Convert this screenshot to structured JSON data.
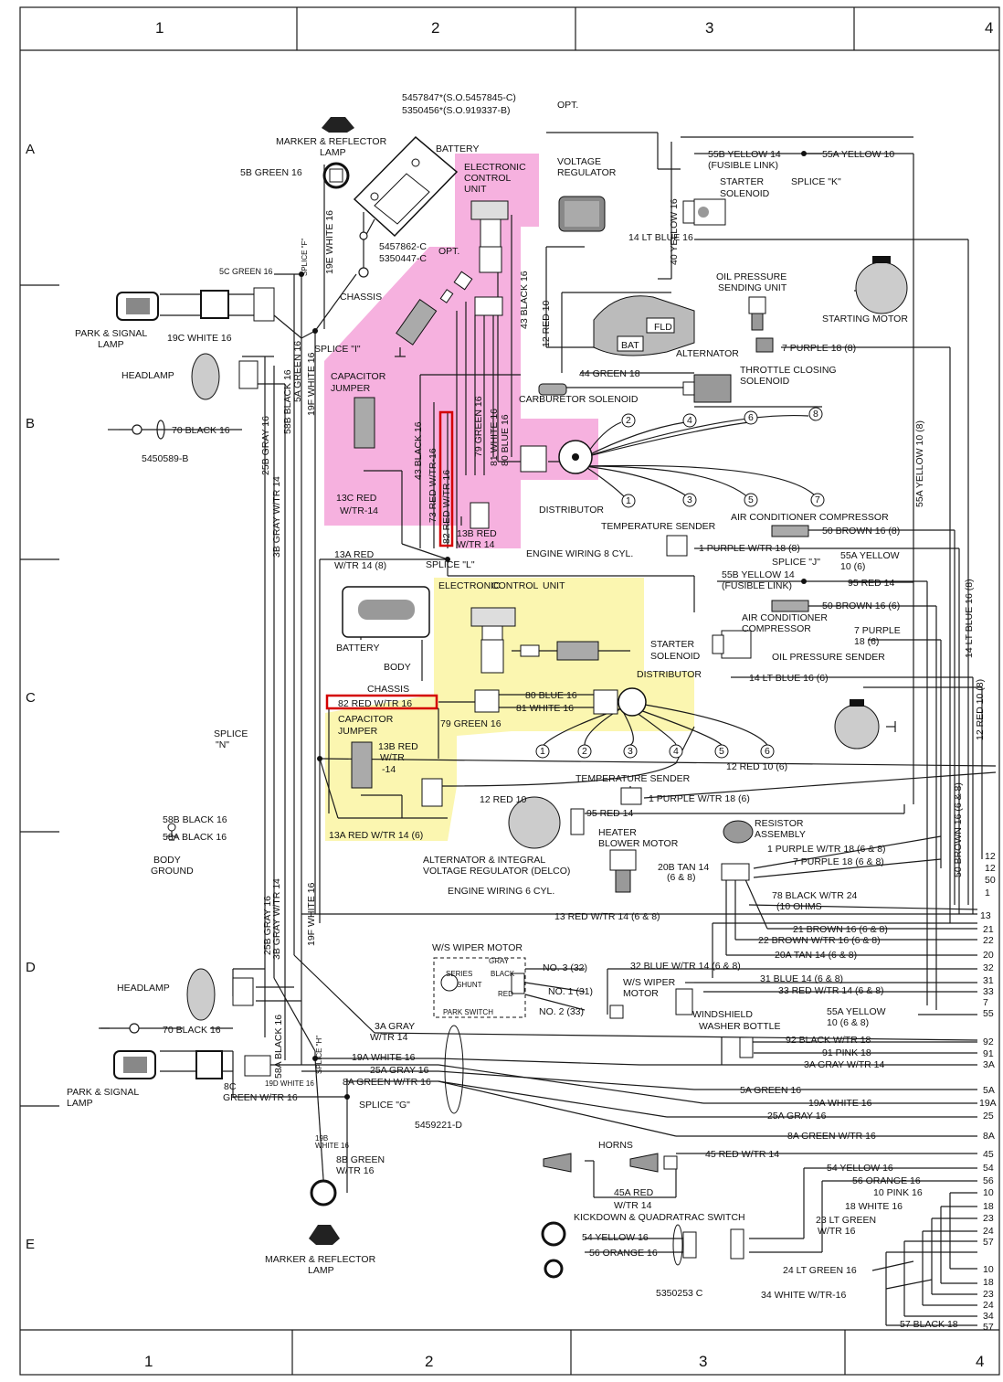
{
  "grid": {
    "columns": [
      "1",
      "2",
      "3",
      "4"
    ],
    "rows": [
      "A",
      "B",
      "C",
      "D",
      "E"
    ]
  },
  "colors": {
    "pink": "#f6b1df",
    "yellow": "#fbf6b0",
    "highlight": "#d40000",
    "line": "#1a1a1a"
  },
  "icons": [
    "lamp-icon",
    "battery-icon",
    "ground-icon",
    "splice-icon",
    "connector-icon",
    "motor-icon",
    "terminal-icon",
    "headlamp-icon"
  ],
  "labels": {
    "opt_part1": "5457847*(S.O.5457845-C)",
    "opt_part2": "5350456*(S.O.919337-B)",
    "opt": "OPT.",
    "marker_lamp_top": "MARKER & REFLECTOR",
    "lamp": "LAMP",
    "battery": "BATTERY",
    "ecu": "ELECTRONIC",
    "ecu2": "CONTROL",
    "ecu3": "UNIT",
    "voltage_reg": "VOLTAGE",
    "voltage_reg2": "REGULATOR",
    "y55b": "55B YELLOW 14",
    "fusible": "(FUSIBLE LINK)",
    "y55a": "55A YELLOW 10",
    "splice_k": "SPLICE \"K\"",
    "starter_sol": "STARTER",
    "starter_sol2": "SOLENOID",
    "g58": "5B GREEN 16",
    "w19e": "19E WHITE 16",
    "splice_f": "SPLICE \"F\"",
    "opt2_part1": "5457862-C",
    "opt2_part2": "5350447-C",
    "chassis": "CHASSIS",
    "body": "BODY",
    "g5c": "5C GREEN 16",
    "park_lamp": "PARK & SIGNAL",
    "w19c": "19C WHITE 16",
    "splice_i": "SPLICE \"I\"",
    "b43": "43 BLACK 16",
    "r12": "12 RED 10",
    "y40": "40 YELLOW 16",
    "lb14": "14 LT BLUE 16",
    "oil_press": "OIL PRESSURE",
    "sending": "SENDING UNIT",
    "starting_motor": "STARTING MOTOR",
    "fld": "FLD",
    "bat": "BAT",
    "alternator": "ALTERNATOR",
    "p7": "7 PURPLE 18 (8)",
    "g44": "44 GREEN 18",
    "throttle": "THROTTLE CLOSING",
    "throttle2": "SOLENOID",
    "headlamp": "HEADLAMP",
    "cap_jumper": "CAPACITOR",
    "cap_jumper2": "JUMPER",
    "carb_sol": "CARBURETOR SOLENOID",
    "b70": "70 BLACK 16",
    "p5450589": "5450589-B",
    "g25b": "25B GRAY 16",
    "g3b": "3B GRAY W/TR 14",
    "b58b": "58B BLACK 16",
    "g5a": "5A GREEN 16",
    "w19f": "19F WHITE 16",
    "g79": "79 GREEN 16",
    "w81": "81 WHITE 16",
    "bl80": "80 BLUE 16",
    "b43b": "43 BLACK 16",
    "r16": "16",
    "w73": "73 RED W/TR-16",
    "r82": "82 RED W/TR 16",
    "r13c": "13C RED",
    "wtr14": "W/TR-14",
    "r13b": "13B RED",
    "wtr14b": "W/TR 14",
    "distributor": "DISTRIBUTOR",
    "temp_sender": "TEMPERATURE SENDER",
    "ac_comp": "AIR CONDITIONER COMPRESSOR",
    "br50": "50 BROWN 16 (8)",
    "p1": "1 PURPLE W/TR 18 (8)",
    "splice_l": "SPLICE \"L\"",
    "engine8": "ENGINE WIRING 8 CYL.",
    "r13a": "13A RED",
    "r13a2": "W/TR 14 (8)",
    "splice_j": "SPLICE \"J\"",
    "y55a2": "55A YELLOW",
    "y55a3": "10 (6)",
    "y55b2": "55B YELLOW 14",
    "r95": "95 RED 14",
    "br50b": "50 BROWN 16 (6)",
    "ac_comp2": "AIR CONDITIONER",
    "ac_comp3": "COMPRESSOR",
    "p7b": "7 PURPLE",
    "p7b2": "18 (6)",
    "oil_sender": "OIL PRESSURE SENDER",
    "lb14b": "14 LT BLUE 16 (6)",
    "bl80b": "80 BLUE 16",
    "w81b": "81 WHITE 16",
    "r82b": "82 RED W/TR 16",
    "g79b": "79 GREEN 16",
    "splice_n": "SPLICE",
    "splice_n2": "\"N\"",
    "r13bc": "13B RED",
    "wtrc": "W/TR",
    "wtrc2": "-14",
    "r13ac": "13A RED W/TR 14 (6)",
    "r12c": "12 RED 10",
    "r12d": "12 RED 10 (6)",
    "temp_sender2": "TEMPERATURE SENDER",
    "p1b": "1 PURPLE W/TR 18 (6)",
    "r95b": "95 RED 14",
    "heater": "HEATER",
    "heater2": "BLOWER MOTOR",
    "alt_reg": "ALTERNATOR & INTEGRAL",
    "alt_reg2": "VOLTAGE REGULATOR (DELCO)",
    "resistor": "RESISTOR",
    "resistor2": "ASSEMBLY",
    "p1c": "1 PURPLE W/TR 18 (6 & 8)",
    "p7c": "7 PURPLE 18 (6 & 8)",
    "t20b": "20B TAN 14",
    "t20b2": "(6 & 8)",
    "engine6": "ENGINE WIRING 6 CYL.",
    "b78": "78 BLACK W/TR 24",
    "ohms": "(10 OHMS",
    "b58b2": "58B BLACK 16",
    "b58a": "58A BLACK 16",
    "body_gnd": "BODY",
    "body_gnd2": "GROUND",
    "r13": "13 RED W/TR 14 (6 & 8)",
    "br21": "21 BROWN 16 (6 & 8)",
    "br22": "22 BROWN W/TR 16 (6 & 8)",
    "t20a": "20A TAN 14 (6 & 8)",
    "ws_wiper": "W/S WIPER MOTOR",
    "series": "SERIES",
    "shunt": "SHUNT",
    "park_sw": "PARK SWITCH",
    "gray": "GRAY",
    "black": "BLACK",
    "red": "RED",
    "no3": "NO. 3 (32)",
    "no1": "NO. 1 (31)",
    "no2": "NO. 2 (33)",
    "bl32": "32 BLUE W/TR 14 (6 & 8)",
    "ws_wiper2": "W/S WIPER",
    "ws_wiper3": "MOTOR",
    "bl31": "31 BLUE 14 (6 & 8)",
    "r33": "33 RED W/TR 14 (6 & 8)",
    "washer": "WINDSHIELD",
    "washer2": "WASHER BOTTLE",
    "y55a4": "55A YELLOW",
    "y55a5": "10 (6 & 8)",
    "b92": "92 BLACK W/TR 18",
    "pk91": "91 PINK 18",
    "g3a": "3A GRAY W/TR 14",
    "g3a2": "3A GRAY",
    "g3a3": "W/TR 14",
    "w19a": "19A WHITE 16",
    "g25a": "25A GRAY 16",
    "g8a": "8A GREEN W/TR 16",
    "g8c": "8C",
    "g8c2": "GREEN W/TR 16",
    "splice_g": "SPLICE \"G\"",
    "p5459221": "5459221-D",
    "g5a2": "5A GREEN 16",
    "w19a2": "19A WHITE 16",
    "g25a2": "25A GRAY 16",
    "g8a2": "8A GREEN W/TR 16",
    "w19b": "19B",
    "w19b2": "WHITE 16",
    "g8b": "8B GREEN",
    "g8b2": "W/TR 16",
    "w19d": "19D WHITE 16",
    "b58a2": "58A BLACK 16",
    "splice_h": "SPLICE \"H\"",
    "horns": "HORNS",
    "r45": "45 RED W/TR 14",
    "r45a": "45A RED",
    "r45a2": "W/TR 14",
    "kickdown": "KICKDOWN & QUADRATRAC SWITCH",
    "y54": "54 YELLOW 16",
    "o56": "56 ORANGE 16",
    "p5350253": "5350253 C",
    "y54b": "54 YELLOW 16",
    "o56b": "56 ORANGE 16",
    "pk10": "10 PINK 16",
    "w18": "18 WHITE 16",
    "lg23": "23 LT GREEN",
    "lg23b": "W/TR 16",
    "lg24": "24 LT GREEN 16",
    "w34": "34 WHITE W/TR-16",
    "b57": "57 BLACK 18",
    "y55a_v": "55A YELLOW 10 (8)",
    "lb14_v": "14 LT BLUE 16 (8)",
    "r12_v": "12 RED 10 (8)",
    "br50_v": "50 BROWN 16 (6 & 8)",
    "b7": "7",
    "n12": "12",
    "n13": "13",
    "n21": "21",
    "n22": "22",
    "n20": "20",
    "n32": "32",
    "n31": "31",
    "n33": "33",
    "n55": "55",
    "n92": "92",
    "n91": "91",
    "n3a": "3A",
    "n5a": "5A",
    "n19a": "19A",
    "n25": "25",
    "n8a": "8A",
    "n45": "45",
    "n54": "54",
    "n56": "56",
    "n10": "10",
    "n18": "18",
    "n23": "23",
    "n24": "24",
    "n57": "57",
    "n34": "34",
    "n1": "1",
    "n50": "50",
    "dist_terms": [
      "1",
      "2",
      "3",
      "4",
      "5",
      "6",
      "7",
      "8"
    ],
    "dist6_terms": [
      "1",
      "2",
      "3",
      "4",
      "5",
      "6"
    ]
  }
}
